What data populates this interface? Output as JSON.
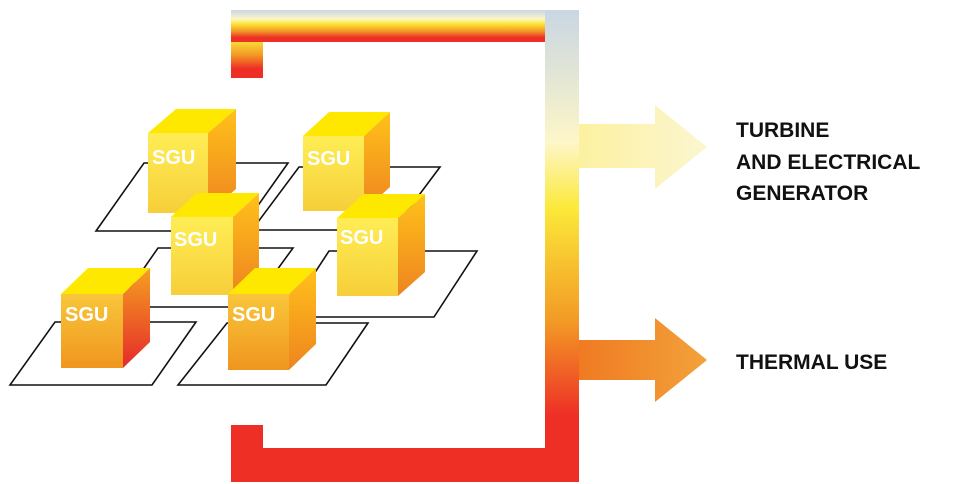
{
  "diagram": {
    "unit_label": "SGU",
    "units": [
      {
        "id": "sgu-1",
        "label": "SGU"
      },
      {
        "id": "sgu-2",
        "label": "SGU"
      },
      {
        "id": "sgu-3",
        "label": "SGU"
      },
      {
        "id": "sgu-4",
        "label": "SGU"
      },
      {
        "id": "sgu-5",
        "label": "SGU"
      },
      {
        "id": "sgu-6",
        "label": "SGU"
      }
    ],
    "outputs": {
      "turbine": {
        "line1": "TURBINE",
        "line2": "AND ELECTRICAL",
        "line3": "GENERATOR"
      },
      "thermal": {
        "line1": "THERMAL USE"
      }
    },
    "colors": {
      "cube_top": "#FFE800",
      "cube_front_light": "#FFE54A",
      "cube_front_orange": "#F2A51F",
      "cube_side_orange": "#EE8A20",
      "cube_side_red": "#E8342A",
      "pipe_top": "#C9D6E3",
      "pipe_yellow": "#FCE93A",
      "pipe_orange": "#F29A25",
      "pipe_red": "#EE2F26"
    }
  }
}
